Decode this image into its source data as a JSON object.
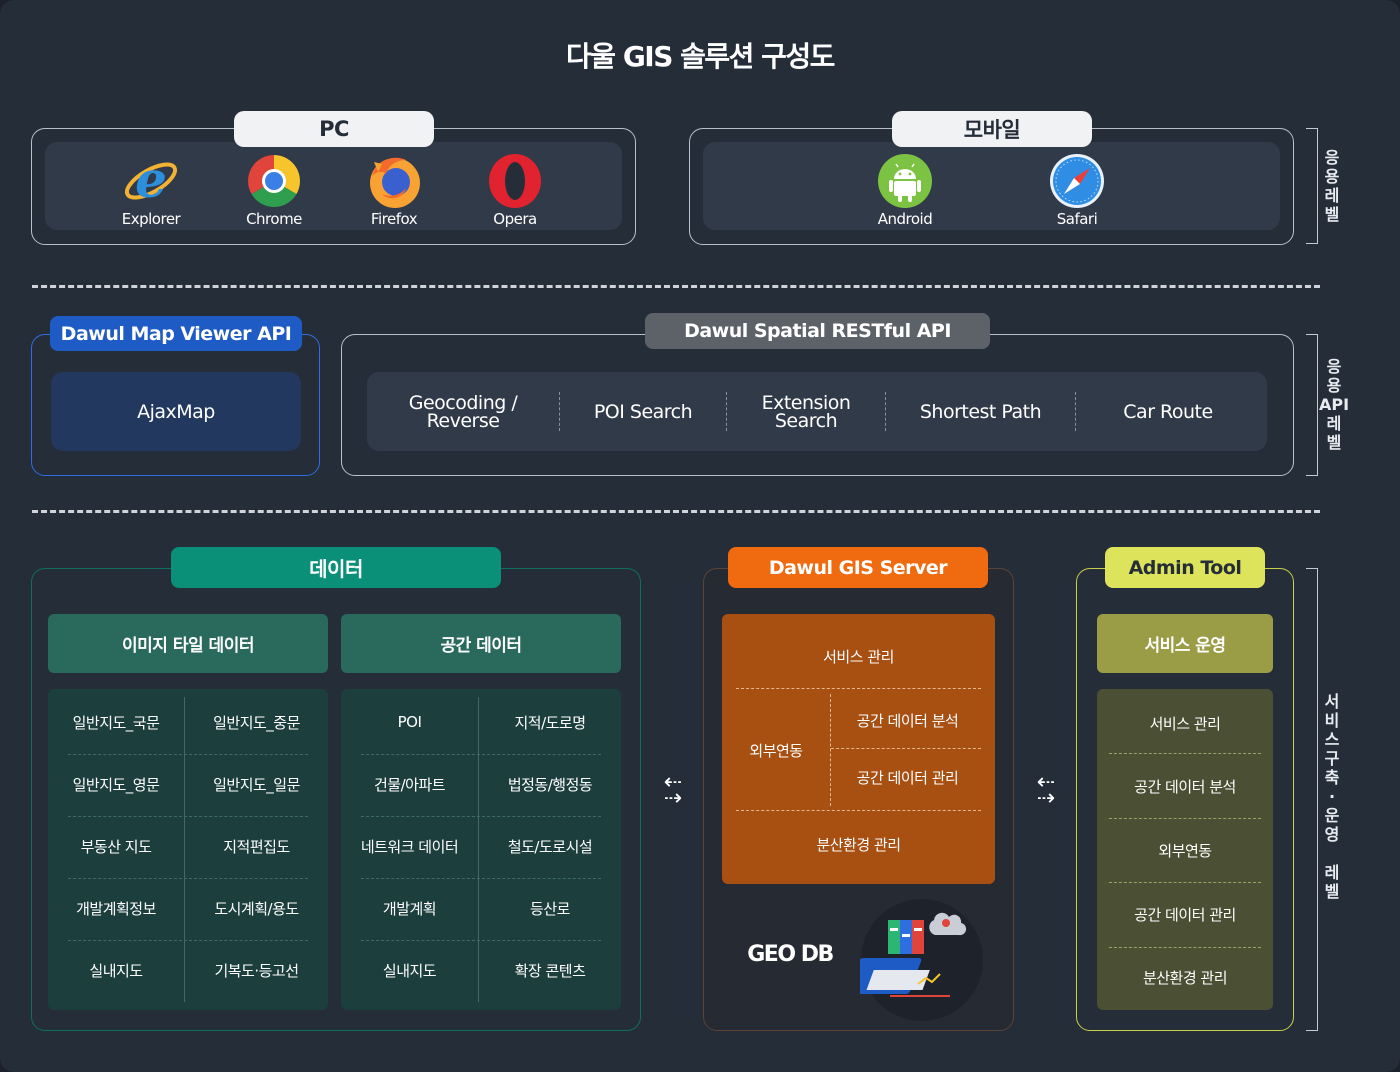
{
  "title": "다울 GIS 솔루션 구성도",
  "application_level": {
    "pc": {
      "label": "PC",
      "browsers": [
        "Explorer",
        "Chrome",
        "Firefox",
        "Opera"
      ]
    },
    "mobile": {
      "label": "모바일",
      "platforms": [
        "Android",
        "Safari"
      ]
    },
    "side_label": [
      "응",
      "용",
      "레",
      "벨"
    ]
  },
  "api_level": {
    "viewer": {
      "label": "Dawul Map Viewer API",
      "item": "AjaxMap"
    },
    "restful": {
      "label": "Dawul Spatial RESTful API",
      "items": [
        {
          "line1": "Geocoding /",
          "line2": "Reverse"
        },
        {
          "line1": "POI Search",
          "line2": ""
        },
        {
          "line1": "Extension",
          "line2": "Search"
        },
        {
          "line1": "Shortest Path",
          "line2": ""
        },
        {
          "line1": "Car Route",
          "line2": ""
        }
      ]
    },
    "side_label": [
      "응",
      "용",
      "API",
      "레",
      "벨"
    ]
  },
  "service_level": {
    "data": {
      "label": "데이터",
      "image_tile": {
        "label": "이미지 타일 데이터",
        "items": [
          "일반지도_국문",
          "일반지도_중문",
          "일반지도_영문",
          "일반지도_일문",
          "부동산 지도",
          "지적편집도",
          "개발계획정보",
          "도시계획/용도",
          "실내지도",
          "기복도·등고선"
        ]
      },
      "spatial": {
        "label": "공간 데이터",
        "items": [
          "POI",
          "지적/도로명",
          "건물/아파트",
          "법정동/행정동",
          "네트워크 데이터",
          "철도/도로시설",
          "개발계획",
          "등산로",
          "실내지도",
          "확장 콘텐츠"
        ]
      }
    },
    "server": {
      "label": "Dawul GIS Server",
      "service_mgmt": "서비스 관리",
      "external": "외부연동",
      "spatial_analysis": "공간 데이터 분석",
      "spatial_mgmt": "공간 데이터 관리",
      "distributed": "분산환경 관리",
      "geodb": "GEO DB"
    },
    "admin": {
      "label": "Admin Tool",
      "service_ops": "서비스 운영",
      "items": [
        "서비스 관리",
        "공간 데이터 분석",
        "외부연동",
        "공간 데이터 관리",
        "분산환경 관리"
      ]
    },
    "side_label": [
      "서",
      "비",
      "스",
      "구",
      "축",
      "·",
      "운",
      "영",
      "",
      "레",
      "벨"
    ]
  },
  "colors": {
    "background": "#252d39",
    "viewer_blue": "#1f5bc4",
    "data_teal": "#0a8f79",
    "server_orange": "#f06a0f",
    "admin_yellow": "#dde35a"
  }
}
